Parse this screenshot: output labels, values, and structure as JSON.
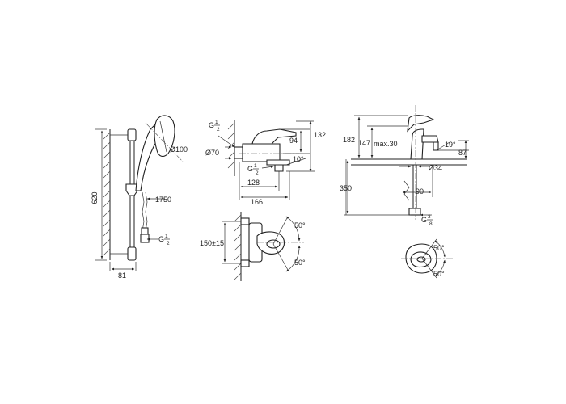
{
  "shower_set": {
    "rail_length": "620",
    "handshower_dia": "Ø100",
    "hose_length": "1750",
    "thread_main": "G",
    "thread_num": "1",
    "thread_den": "2",
    "depth": "81"
  },
  "bath_mixer": {
    "thread_top_main": "G",
    "thread_top_num": "1",
    "thread_top_den": "2",
    "flange_dia": "Ø70",
    "height_132": "132",
    "height_94": "94",
    "angle_10": "10°",
    "thread_bot_main": "G",
    "thread_bot_num": "1",
    "thread_bot_den": "2",
    "dim_128": "128",
    "dim_166": "166",
    "centres": "150±15",
    "angle_top": "50°",
    "angle_bot": "50°"
  },
  "basin_mixer": {
    "height_182": "182",
    "height_147": "147",
    "max_30": "max.30",
    "angle_19": "19°",
    "reach_87": "87",
    "hole_dia": "Ø34",
    "dim_350": "350",
    "dim_90": "90",
    "thread_main": "G",
    "thread_num": "3",
    "thread_den": "8",
    "angle_top": "50°",
    "angle_bot": "50°"
  }
}
